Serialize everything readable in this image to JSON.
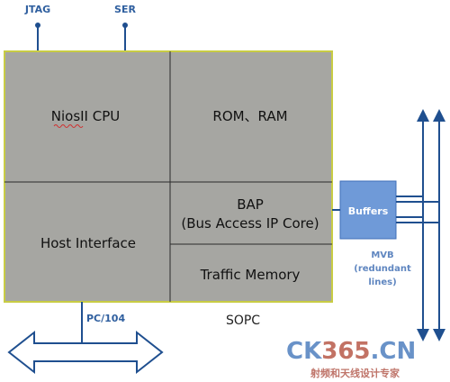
{
  "pins": {
    "jtag": "JTAG",
    "ser": "SER"
  },
  "blocks": {
    "cpu": "NiosII CPU",
    "memory": "ROM、RAM",
    "host_interface": "Host Interface",
    "bap_line1": "BAP",
    "bap_line2": "(Bus Access IP Core)",
    "traffic_memory": "Traffic Memory"
  },
  "sopc_label": "SOPC",
  "buffers_label": "Buffers",
  "pc104_label": "PC/104",
  "mvb": {
    "line1": "MVB",
    "line2": "(redundant",
    "line3": "lines)"
  },
  "watermark": {
    "logo_text": "CK365.CN",
    "slogan": "射频和天线设计专家"
  },
  "colors": {
    "block_fill": "#a6a6a2",
    "sopc_border": "#c8cc44",
    "wire": "#1f4f8f",
    "buffer_fill": "#6f9ad8",
    "label_blue": "#2f5f9f"
  }
}
